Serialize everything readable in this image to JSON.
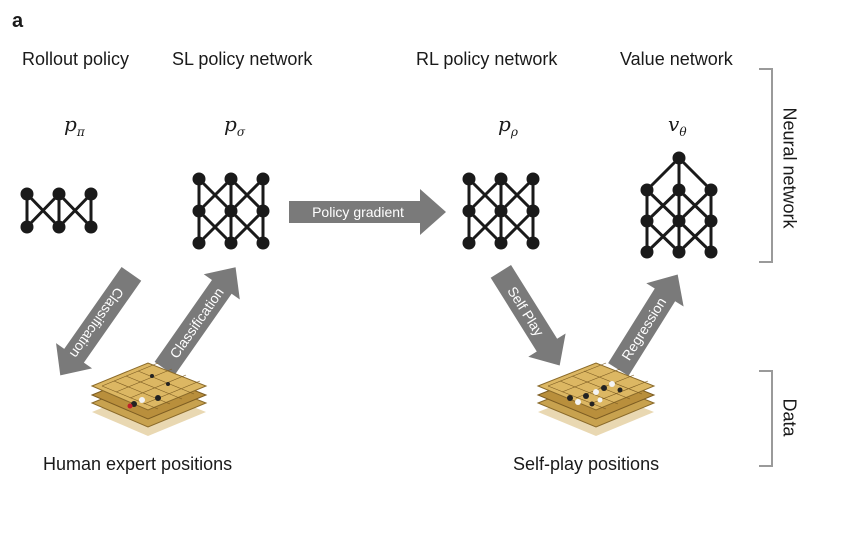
{
  "panel_label": "a",
  "columns": [
    {
      "title": "Rollout policy",
      "symbol": "p",
      "subscript": "π"
    },
    {
      "title": "SL policy network",
      "symbol": "p",
      "subscript": "σ"
    },
    {
      "title": "RL policy network",
      "symbol": "p",
      "subscript": "ρ"
    },
    {
      "title": "Value network",
      "symbol": "v",
      "subscript": "θ"
    }
  ],
  "arrows": {
    "classification_left": "Classification",
    "classification_right": "Classification",
    "policy_gradient": "Policy gradient",
    "self_play": "Self Play",
    "regression": "Regression"
  },
  "data_sources": {
    "human": "Human expert positions",
    "self_play": "Self-play positions"
  },
  "side_labels": {
    "neural_network": "Neural network",
    "data": "Data"
  },
  "colors": {
    "arrow_fill": "#7a7a7a",
    "arrow_text": "#ffffff",
    "node": "#1a1a1a",
    "bracket": "#9a9a9a",
    "board_top": "#d9b25a",
    "board_mid": "#c79a46",
    "board_bottom": "#e7d3a6"
  }
}
